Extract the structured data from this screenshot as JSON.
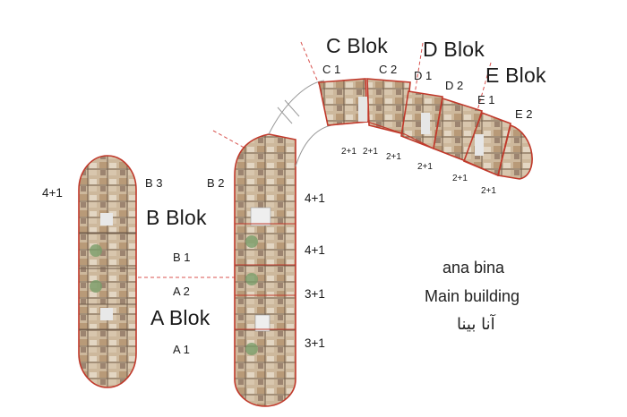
{
  "blocks": {
    "a": "A Blok",
    "b": "B Blok",
    "c": "C Blok",
    "d": "D Blok",
    "e": "E Blok"
  },
  "sub_blocks": {
    "a1": "A 1",
    "a2": "A 2",
    "b1": "B 1",
    "b2": "B 2",
    "b3": "B 3",
    "c1": "C 1",
    "c2": "C 2",
    "d1": "D 1",
    "d2": "D 2",
    "e1": "E 1",
    "e2": "E 2"
  },
  "unit_types": {
    "left_tower": "4+1",
    "tower_1": "4+1",
    "tower_2": "4+1",
    "tower_3": "3+1",
    "tower_4": "3+1",
    "curve_1": "2+1",
    "curve_2": "2+1",
    "curve_3": "2+1",
    "curve_4": "2+1",
    "curve_5": "2+1",
    "curve_6": "2+1"
  },
  "caption": {
    "line1": "ana bina",
    "line2": "Main building",
    "line3": "آنا بینا"
  },
  "colors": {
    "outline": "#c0392b",
    "floor": "#cdb89c",
    "wall": "#6f5b4a",
    "circulation": "#cfcfcf",
    "dash": "#d9534f"
  }
}
